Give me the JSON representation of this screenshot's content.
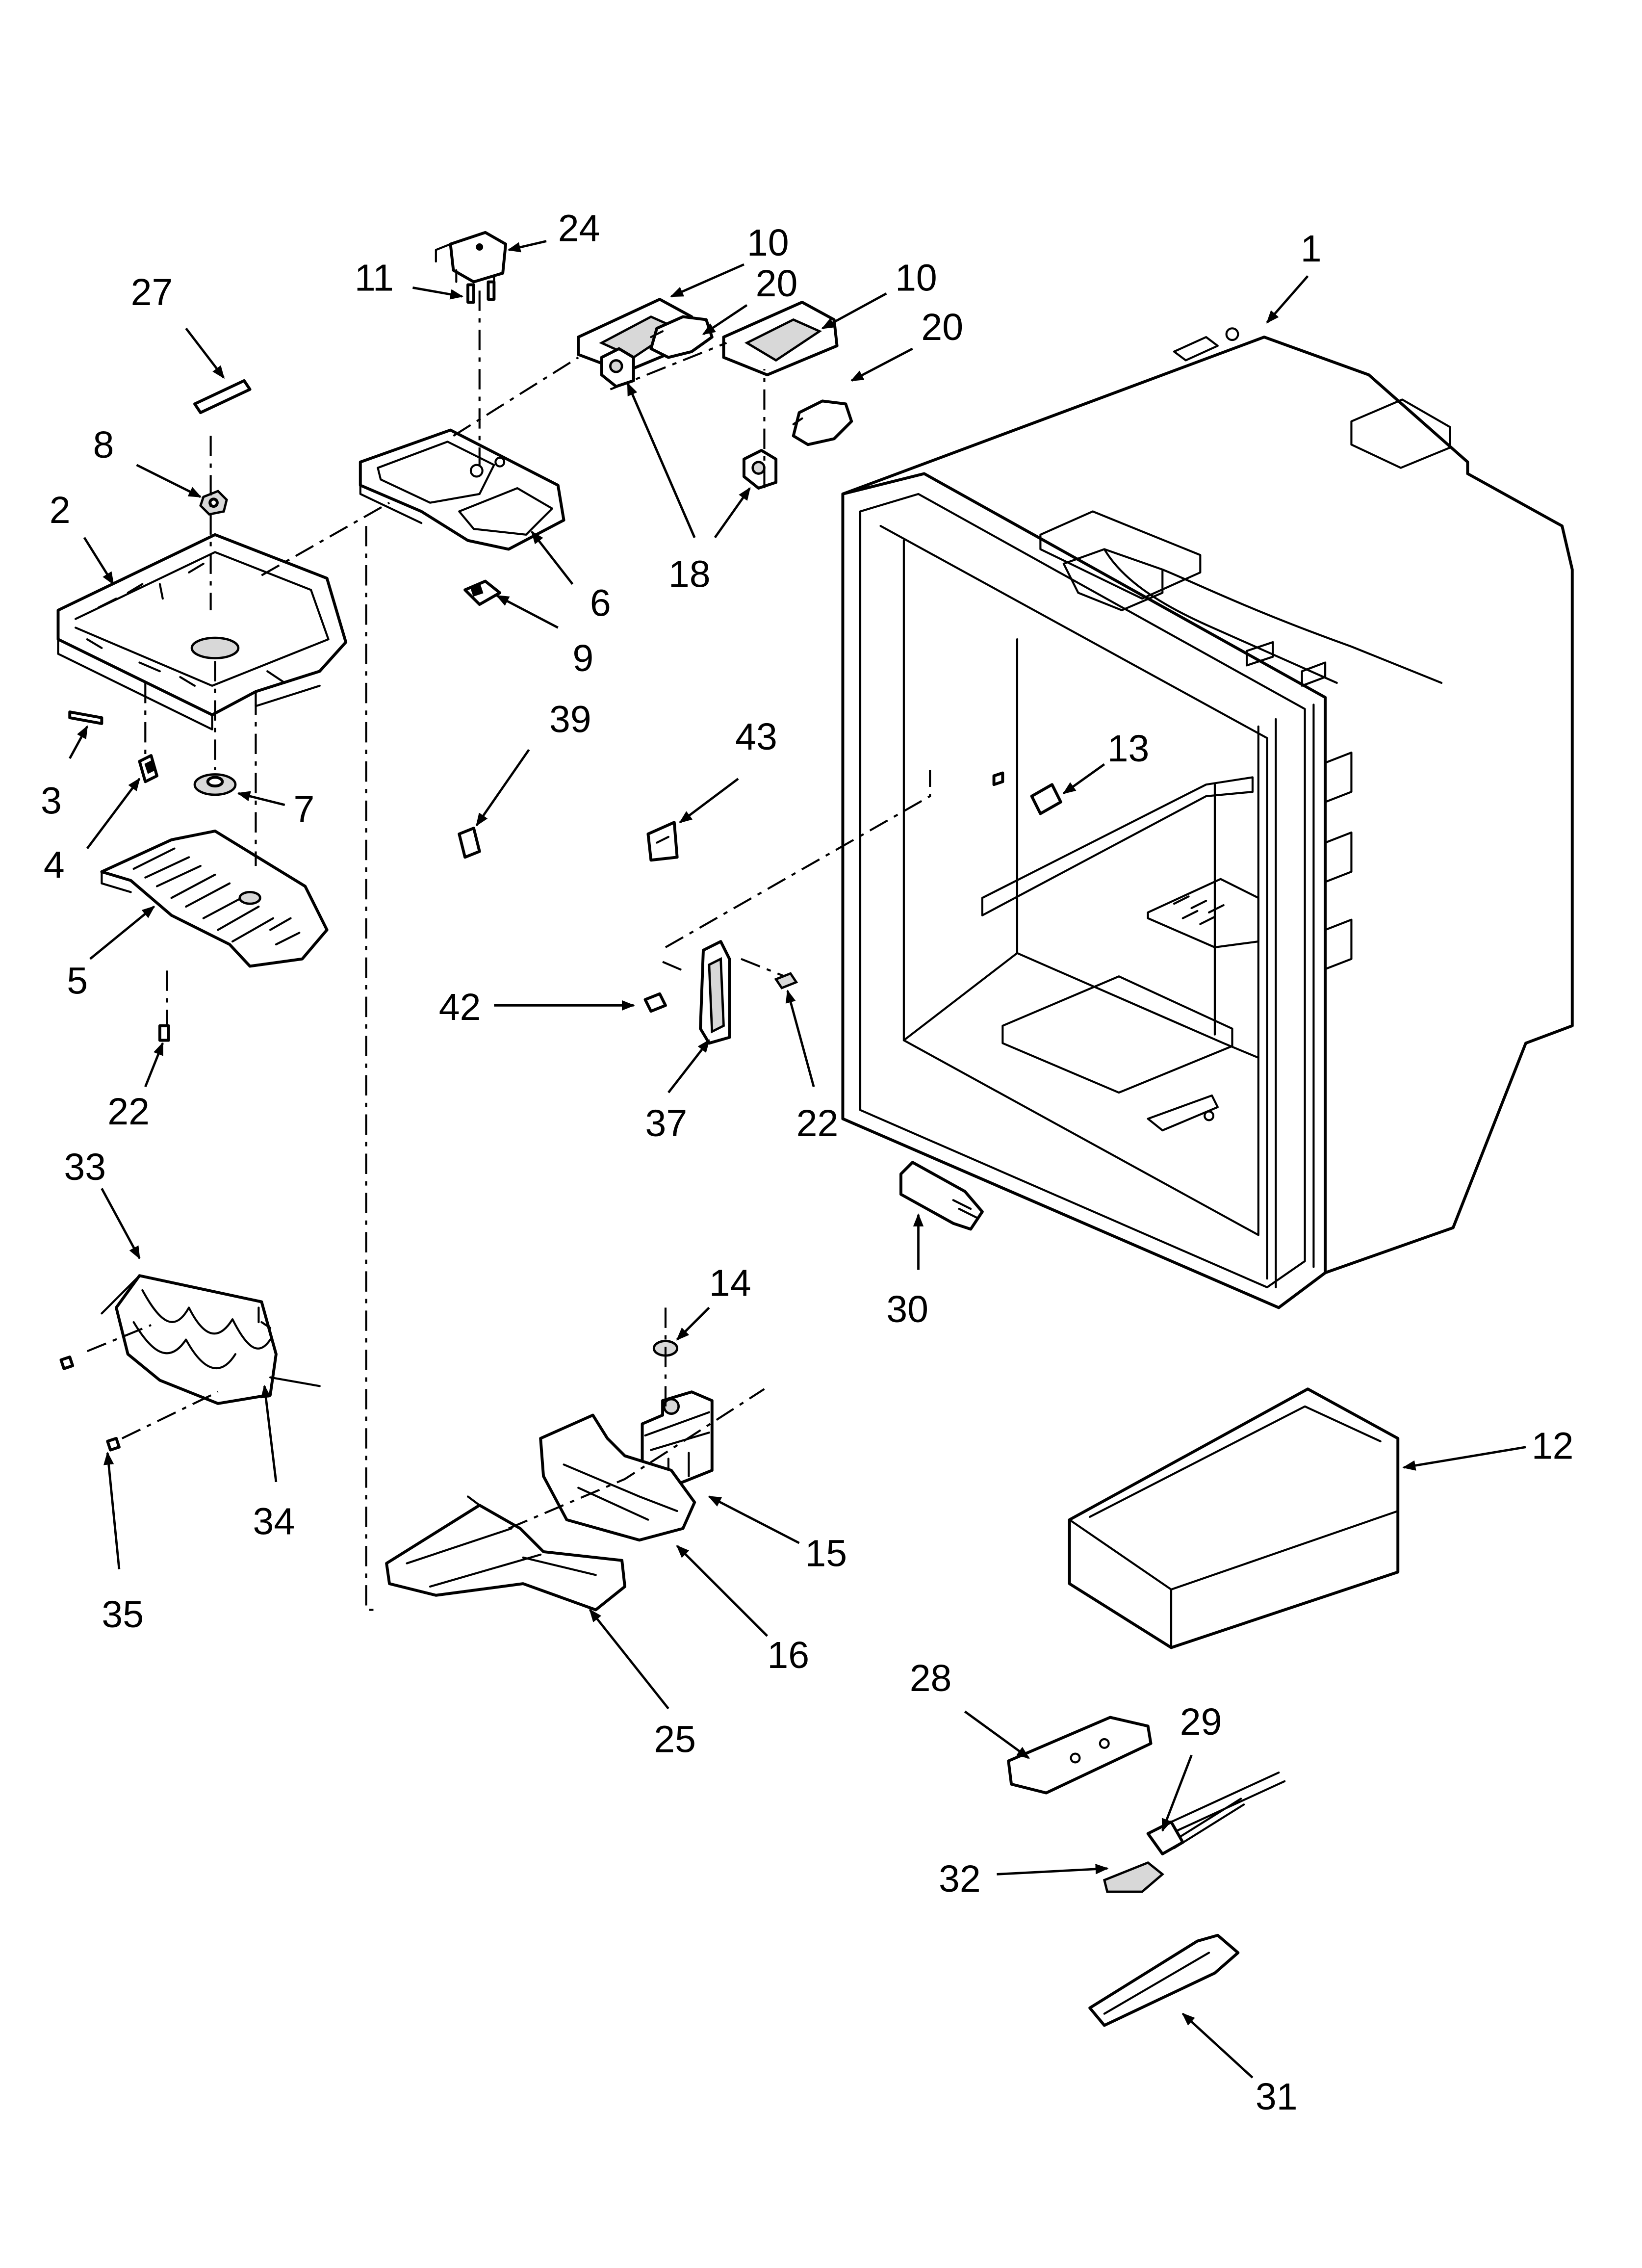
{
  "callouts": {
    "c1": "1",
    "c2": "2",
    "c3": "3",
    "c4": "4",
    "c5": "5",
    "c6": "6",
    "c7": "7",
    "c8": "8",
    "c9": "9",
    "c10a": "10",
    "c10b": "10",
    "c11": "11",
    "c12": "12",
    "c13": "13",
    "c14": "14",
    "c15": "15",
    "c16": "16",
    "c18": "18",
    "c20a": "20",
    "c20b": "20",
    "c22a": "22",
    "c22b": "22",
    "c24": "24",
    "c25": "25",
    "c27": "27",
    "c28": "28",
    "c29": "29",
    "c30": "30",
    "c31": "31",
    "c32": "32",
    "c33": "33",
    "c34": "34",
    "c35": "35",
    "c37": "37",
    "c39": "39",
    "c42": "42",
    "c43": "43"
  }
}
